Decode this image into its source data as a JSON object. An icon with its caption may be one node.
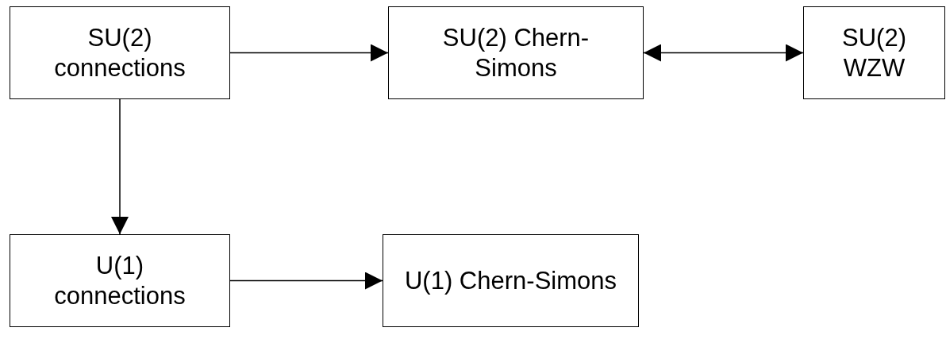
{
  "diagram": {
    "nodes": [
      {
        "text": [
          "SU(2) connections"
        ]
      },
      {
        "text": [
          "SU(2) Chern-Simons"
        ]
      },
      {
        "text": [
          "SU(2) WZW"
        ]
      },
      {
        "text": [
          "U(1) connections"
        ]
      },
      {
        "text": [
          "U(1) Chern-Simons"
        ]
      }
    ],
    "edges": [
      {
        "from": 0,
        "to": 1,
        "arrow": "to"
      },
      {
        "from": 1,
        "to": 2,
        "arrow": "both"
      },
      {
        "from": 0,
        "to": 3,
        "arrow": "to"
      },
      {
        "from": 3,
        "to": 4,
        "arrow": "to"
      }
    ]
  }
}
